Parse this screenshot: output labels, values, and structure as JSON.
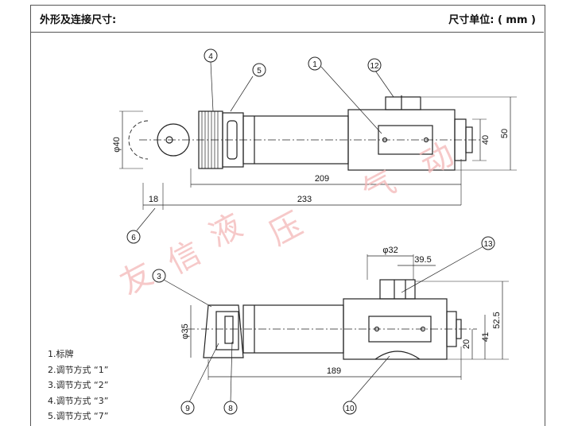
{
  "header": {
    "title": "外形及连接尺寸:",
    "unit": "尺寸单位: ( mm )"
  },
  "watermark": [
    "友",
    "信",
    "液",
    "压",
    "气",
    "动"
  ],
  "dimensions": {
    "top_d40": "φ40",
    "top_209": "209",
    "top_233": "233",
    "top_18": "18",
    "top_40": "40",
    "top_50": "50",
    "bot_d32": "φ32",
    "bot_39_5": "39.5",
    "bot_d35": "φ35",
    "bot_189": "189",
    "bot_20": "20",
    "bot_41": "41",
    "bot_52_5": "52.5"
  },
  "callouts": {
    "c1": "1",
    "c3": "3",
    "c4": "4",
    "c5": "5",
    "c6": "6",
    "c8": "8",
    "c9": "9",
    "c10": "10",
    "c12": "12",
    "c13": "13"
  },
  "legend": [
    "1.标牌",
    "2.调节方式 “1”",
    "3.调节方式 “2”",
    "4.调节方式 “3”",
    "5.调节方式 “7”"
  ],
  "colors": {
    "line": "#222222",
    "watermark": "#f4b7b7"
  }
}
